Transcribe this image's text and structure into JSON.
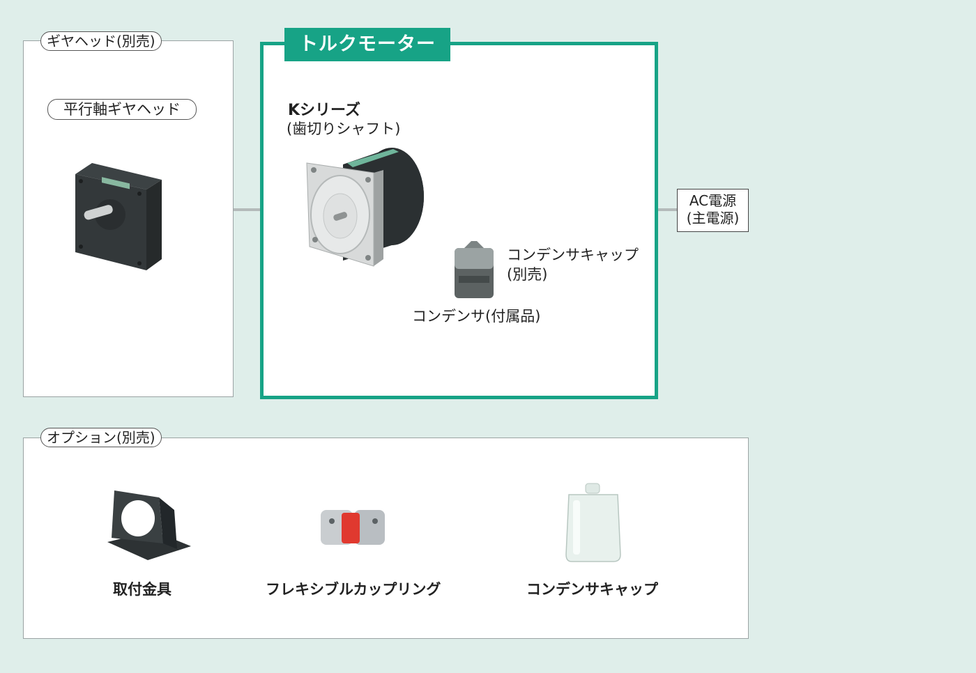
{
  "gearhead_section": {
    "title": "ギヤヘッド(別売)",
    "product_label": "平行軸ギヤヘッド",
    "icon": "gearhead-icon"
  },
  "motor_section": {
    "title": "トルクモーター",
    "series_line1": "Kシリーズ",
    "series_line2": "(歯切りシャフト)",
    "icon": "torque-motor-icon",
    "accent_color": "#17a386"
  },
  "capacitor": {
    "label": "コンデンサ(付属品)",
    "icon": "capacitor-icon"
  },
  "capacitor_cap": {
    "label_line1": "コンデンサキャップ",
    "label_line2": "(別売)"
  },
  "power": {
    "line1": "AC電源",
    "line2": "(主電源)"
  },
  "options_section": {
    "title": "オプション(別売)",
    "items": [
      {
        "label": "取付金具",
        "icon": "mounting-bracket-icon"
      },
      {
        "label": "フレキシブルカップリング",
        "icon": "flexible-coupling-icon"
      },
      {
        "label": "コンデンサキャップ",
        "icon": "capacitor-cap-icon"
      }
    ]
  }
}
